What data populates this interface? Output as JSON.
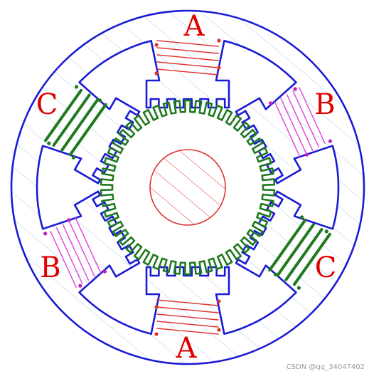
{
  "phase_labels": {
    "top": "A",
    "bottom": "A",
    "upper_right": "B",
    "lower_left": "B",
    "upper_left": "C",
    "lower_right": "C"
  },
  "watermark": "CSDN @qq_34047402",
  "colors": {
    "stator": "#1a1ad6",
    "rotor": "#1f7a1f",
    "shaft": "#e03030",
    "phase_a_winding": "#e03030",
    "phase_b_winding": "#e040e0",
    "phase_c_winding": "#1f7a1f",
    "label": "#e00000",
    "hatch": "#b8d4ee",
    "winding_dot_a": "#e03030",
    "winding_dot_b": "#c020c0",
    "winding_dot_c": "#1f7a1f"
  },
  "stator": {
    "pole_count": 6,
    "teeth_per_pole": 5
  },
  "rotor": {
    "tooth_count": 50
  }
}
